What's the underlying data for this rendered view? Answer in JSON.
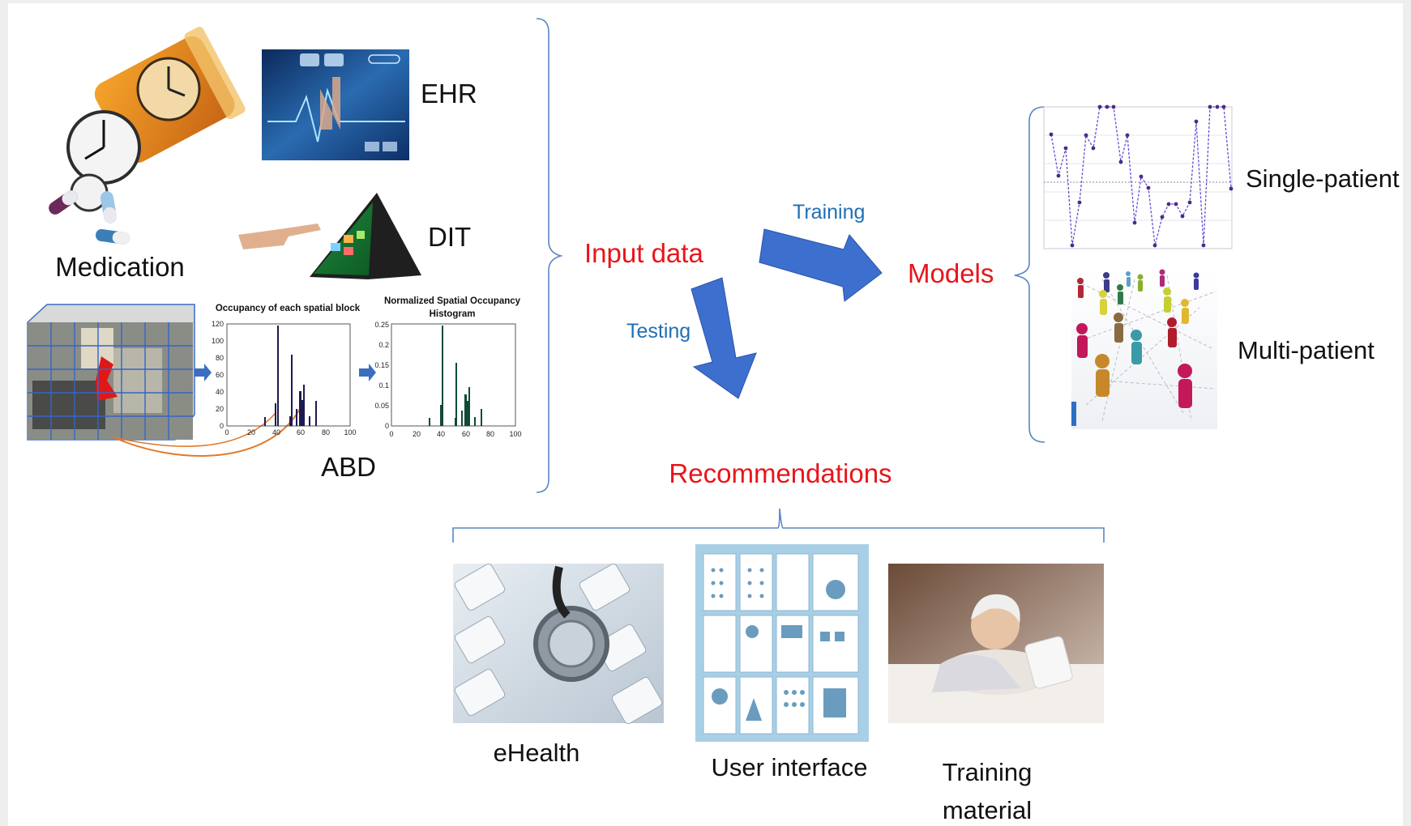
{
  "inputs": {
    "medication": "Medication",
    "ehr": "EHR",
    "dit": "DIT",
    "abd": "ABD"
  },
  "abd_charts": {
    "left_title": "Occupancy of each spatial block",
    "left_yticks": [
      "120",
      "100",
      "80",
      "60",
      "40",
      "20",
      "0"
    ],
    "left_xticks": [
      "0",
      "20",
      "40",
      "60",
      "80",
      "100"
    ],
    "right_title_line1": "Normalized Spatial Occupancy",
    "right_title_line2": "Histogram",
    "right_yticks": [
      "0.25",
      "0.2",
      "0.15",
      "0.1",
      "0.05",
      "0"
    ],
    "right_xticks": [
      "0",
      "20",
      "40",
      "60",
      "80",
      "100"
    ]
  },
  "flow": {
    "input_data": "Input data",
    "training": "Training",
    "testing": "Testing",
    "models": "Models",
    "recommendations": "Recommendations"
  },
  "models": {
    "single_patient": "Single-patient",
    "multi_patient": "Multi-patient"
  },
  "outputs": {
    "ehealth": "eHealth",
    "user_interface": "User interface",
    "training_material_line1": "Training",
    "training_material_line2": "material"
  },
  "colors": {
    "red_label": "#e8151b",
    "blue_label": "#1f6fb5",
    "arrow": "#3d6fcf",
    "bracket": "#5b86c4",
    "purple_line": "#6a4ccf",
    "dark_bar": "#1d1a52",
    "green_bar": "#0f4a35"
  }
}
